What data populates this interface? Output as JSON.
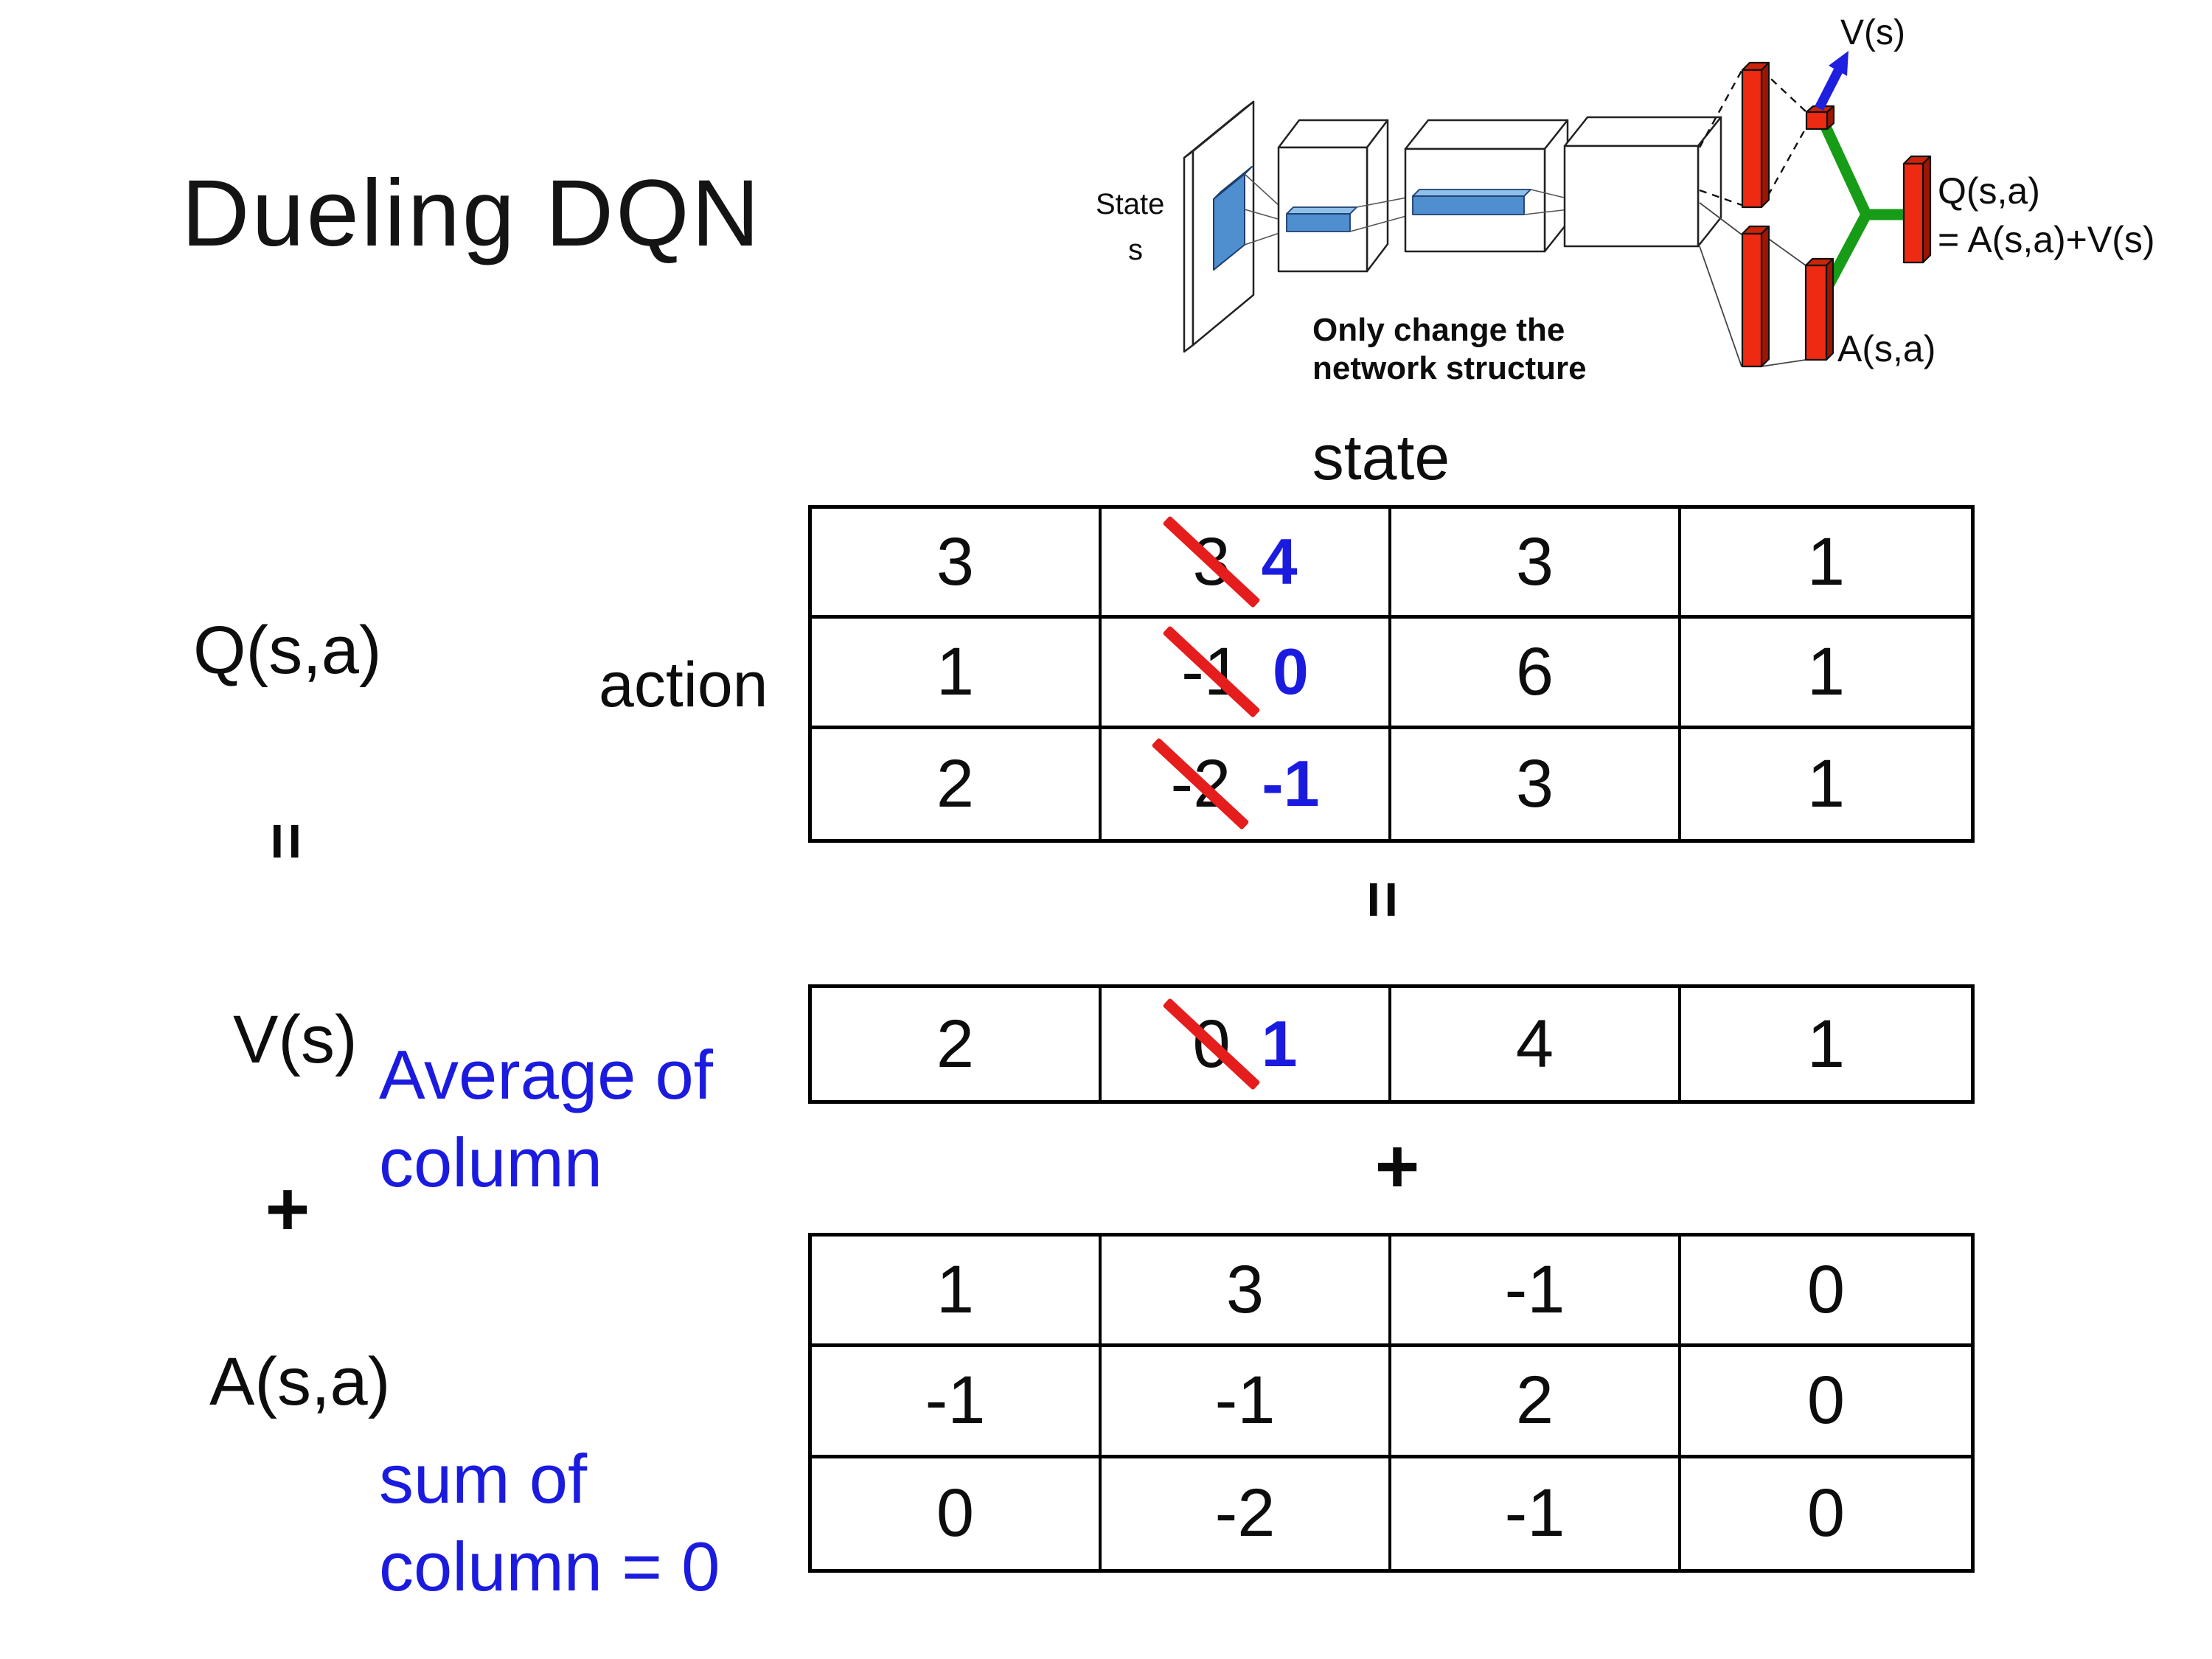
{
  "title": "Dueling DQN",
  "diagram": {
    "state_line1": "State",
    "state_line2": "s",
    "note_line1": "Only change the",
    "note_line2": "network structure",
    "v_out_label": "V(s)",
    "q_out_line1": "Q(s,a)",
    "q_out_line2": "= A(s,a)+V(s)",
    "a_out_label": "A(s,a)"
  },
  "equation": {
    "matrix_label": "Q(s,a)",
    "action_label": "action",
    "state_label": "state",
    "equals_symbol": "=",
    "plus_symbol": "+",
    "value_label": "V(s)",
    "value_note": "Average of\ncolumn",
    "advantage_label": "A(s,a)",
    "advantage_note": "sum of\ncolumn = 0"
  },
  "q_table": {
    "rows": [
      [
        {
          "v": "3"
        },
        {
          "old": "3",
          "new": "4"
        },
        {
          "v": "3"
        },
        {
          "v": "1"
        }
      ],
      [
        {
          "v": "1"
        },
        {
          "old": "-1",
          "new": "0"
        },
        {
          "v": "6"
        },
        {
          "v": "1"
        }
      ],
      [
        {
          "v": "2"
        },
        {
          "old": "-2",
          "new": "-1"
        },
        {
          "v": "3"
        },
        {
          "v": "1"
        }
      ]
    ]
  },
  "v_table": {
    "rows": [
      [
        {
          "v": "2"
        },
        {
          "old": "0",
          "new": "1"
        },
        {
          "v": "4"
        },
        {
          "v": "1"
        }
      ]
    ]
  },
  "a_table": {
    "rows": [
      [
        {
          "v": "1"
        },
        {
          "v": "3"
        },
        {
          "v": "-1"
        },
        {
          "v": "0"
        }
      ],
      [
        {
          "v": "-1"
        },
        {
          "v": "-1"
        },
        {
          "v": "2"
        },
        {
          "v": "0"
        }
      ],
      [
        {
          "v": "0"
        },
        {
          "v": "-2"
        },
        {
          "v": "-1"
        },
        {
          "v": "0"
        }
      ]
    ]
  },
  "colors": {
    "annotation_blue": "#1b1be0",
    "strike_red": "#e51d1d",
    "bar_red": "#ee2a12",
    "bar_red_dark": "#a81804",
    "link_green": "#169c16",
    "conv_blue": "#4f8fd0",
    "arrow_blue": "#1f1fe0"
  }
}
